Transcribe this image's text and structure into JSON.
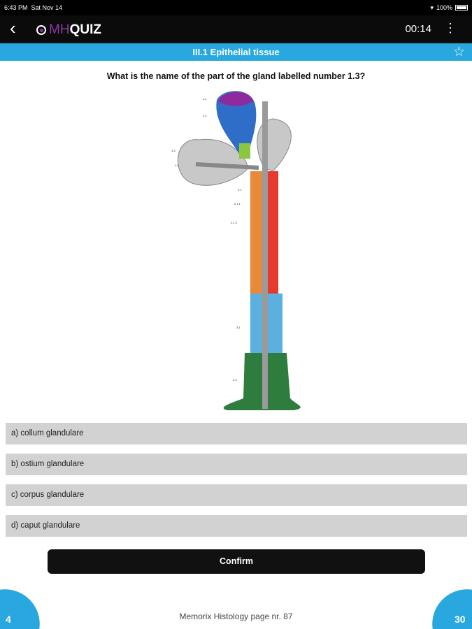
{
  "status_bar": {
    "time": "6:43 PM",
    "date": "Sat Nov 14",
    "battery": "100%"
  },
  "header": {
    "logo_mh": "MH",
    "logo_quiz": "QUIZ",
    "timer": "00:14"
  },
  "topic": "III.1 Epithelial tissue",
  "question": "What is the name of the part of the gland labelled number 1.3?",
  "figure_labels": [
    "1.1",
    "1.2",
    "1.3",
    "1.4",
    "2.1",
    "2.1.1",
    "2.1.2",
    "3.1",
    "2.2"
  ],
  "options": [
    "a) collum glandulare",
    "b) ostium glandulare",
    "c) corpus glandulare",
    "d) caput glandulare"
  ],
  "confirm_label": "Confirm",
  "footer": "Memorix Histology page nr. 87",
  "left_counter": "4",
  "right_counter": "30"
}
